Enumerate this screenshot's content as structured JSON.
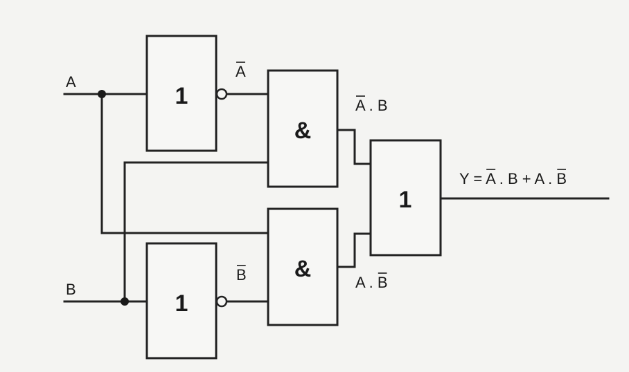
{
  "inputs": {
    "a": "A",
    "b": "B"
  },
  "gates": {
    "not_a": "1",
    "not_b": "1",
    "and_top": "&",
    "and_bottom": "&",
    "or_out": "1"
  },
  "signals": {
    "a_bar": "A",
    "b_bar": "B",
    "and_top_out": {
      "first": "A",
      "sep": " . ",
      "second": "B"
    },
    "and_bottom_out": {
      "first": "A",
      "sep": " . ",
      "second": "B"
    }
  },
  "output": {
    "y": "Y",
    "eq": " = ",
    "t1a": "A",
    "t1sep": " . ",
    "t1b": "B",
    "plus": " + ",
    "t2a": "A",
    "t2sep": " . ",
    "t2b": "B"
  }
}
